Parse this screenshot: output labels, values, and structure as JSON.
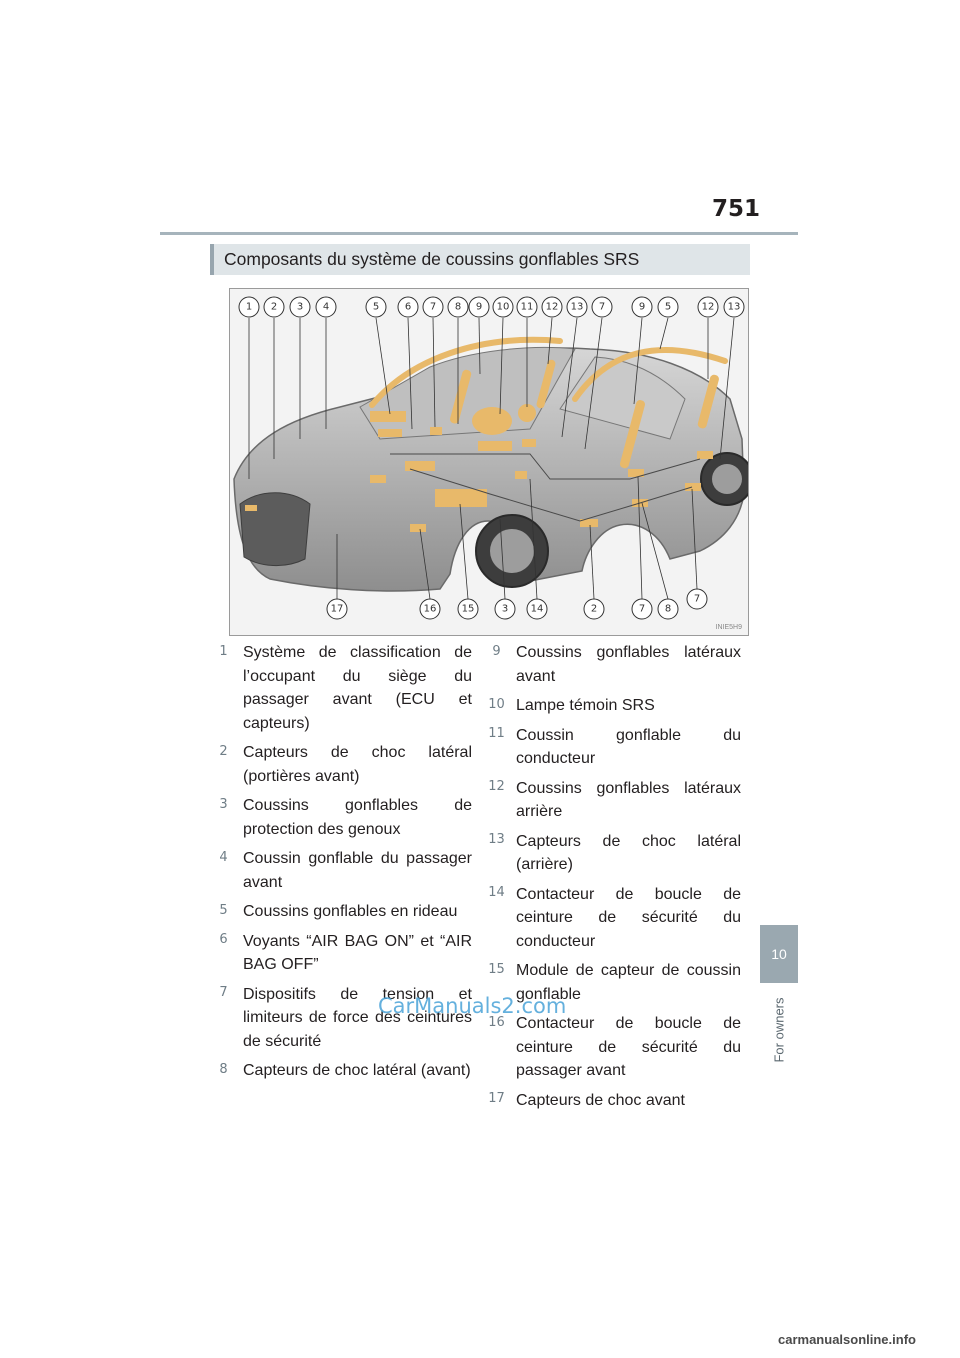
{
  "page": {
    "number": "751"
  },
  "side_tab": {
    "chapter_number": "10",
    "chapter_label": "For owners"
  },
  "section": {
    "title": "Composants du système de coussins gonflables SRS"
  },
  "figure": {
    "code": "INIE5H9",
    "top_callouts": [
      "1",
      "2",
      "3",
      "4",
      "5",
      "6",
      "7",
      "8",
      "9",
      "10",
      "11",
      "12",
      "13",
      "7",
      "9",
      "5",
      "12",
      "13"
    ],
    "bottom_callouts": [
      "17",
      "16",
      "15",
      "3",
      "14",
      "2",
      "7",
      "8",
      "7"
    ]
  },
  "items_left": [
    {
      "num": "1",
      "text": "Système de classification de l’occupant du siège du passager avant (ECU et capteurs)"
    },
    {
      "num": "2",
      "text": "Capteurs de choc latéral (portières avant)"
    },
    {
      "num": "3",
      "text": "Coussins gonflables de protection des genoux"
    },
    {
      "num": "4",
      "text": "Coussin gonflable du passager avant"
    },
    {
      "num": "5",
      "text": "Coussins gonflables en rideau"
    },
    {
      "num": "6",
      "text": "Voyants “AIR BAG ON” et “AIR BAG OFF”"
    },
    {
      "num": "7",
      "text": "Dispositifs de tension et limiteurs de force des ceintures de sécurité"
    },
    {
      "num": "8",
      "text": "Capteurs de choc latéral (avant)"
    }
  ],
  "items_right": [
    {
      "num": "9",
      "text": "Coussins gonflables latéraux avant"
    },
    {
      "num": "10",
      "text": "Lampe témoin SRS"
    },
    {
      "num": "11",
      "text": "Coussin gonflable du conducteur"
    },
    {
      "num": "12",
      "text": "Coussins gonflables latéraux arrière"
    },
    {
      "num": "13",
      "text": "Capteurs de choc latéral (arrière)"
    },
    {
      "num": "14",
      "text": "Contacteur de boucle de ceinture de sécurité du conducteur"
    },
    {
      "num": "15",
      "text": "Module de capteur de coussin gonflable"
    },
    {
      "num": "16",
      "text": "Contacteur de boucle de ceinture de sécurité du passager avant"
    },
    {
      "num": "17",
      "text": "Capteurs de choc avant"
    }
  ],
  "watermark": {
    "text": "CarManuals2.com"
  },
  "footer": {
    "site": "carmanualsonline.info"
  },
  "colors": {
    "rule": "#a6b4bc",
    "tab": "#9aa8b0",
    "header_bg": "#dfe5e8",
    "airbag": "#e8b96a",
    "watermark": "#4aa3d8"
  }
}
